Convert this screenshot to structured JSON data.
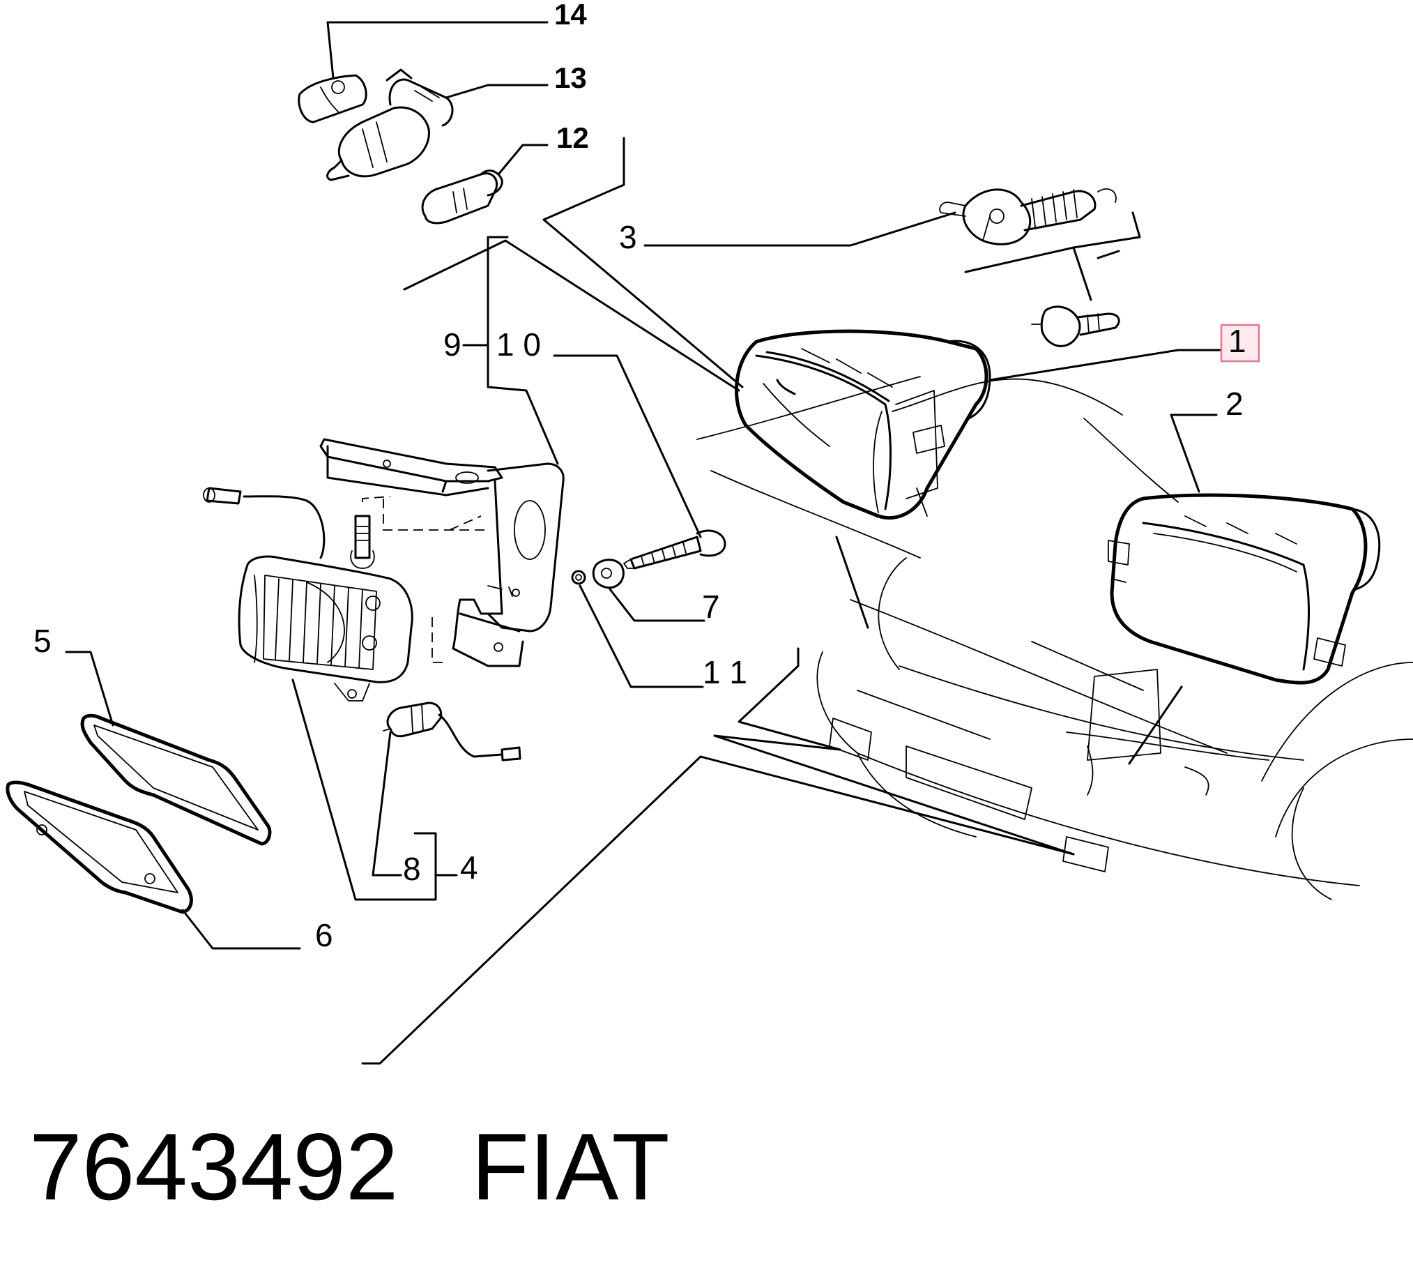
{
  "callouts": {
    "c1": "1",
    "c2": "2",
    "c3": "3",
    "c4": "4",
    "c5": "5",
    "c6": "6",
    "c7": "7",
    "c8": "8",
    "c9": "9",
    "c10": "1 0",
    "c11": "1 1",
    "c12": "12",
    "c13": "13",
    "c14": "14"
  },
  "highlighted_callout": "1",
  "highlight_color": "#fde9ee",
  "footer": {
    "part_number": "7643492",
    "brand": "FIAT"
  }
}
